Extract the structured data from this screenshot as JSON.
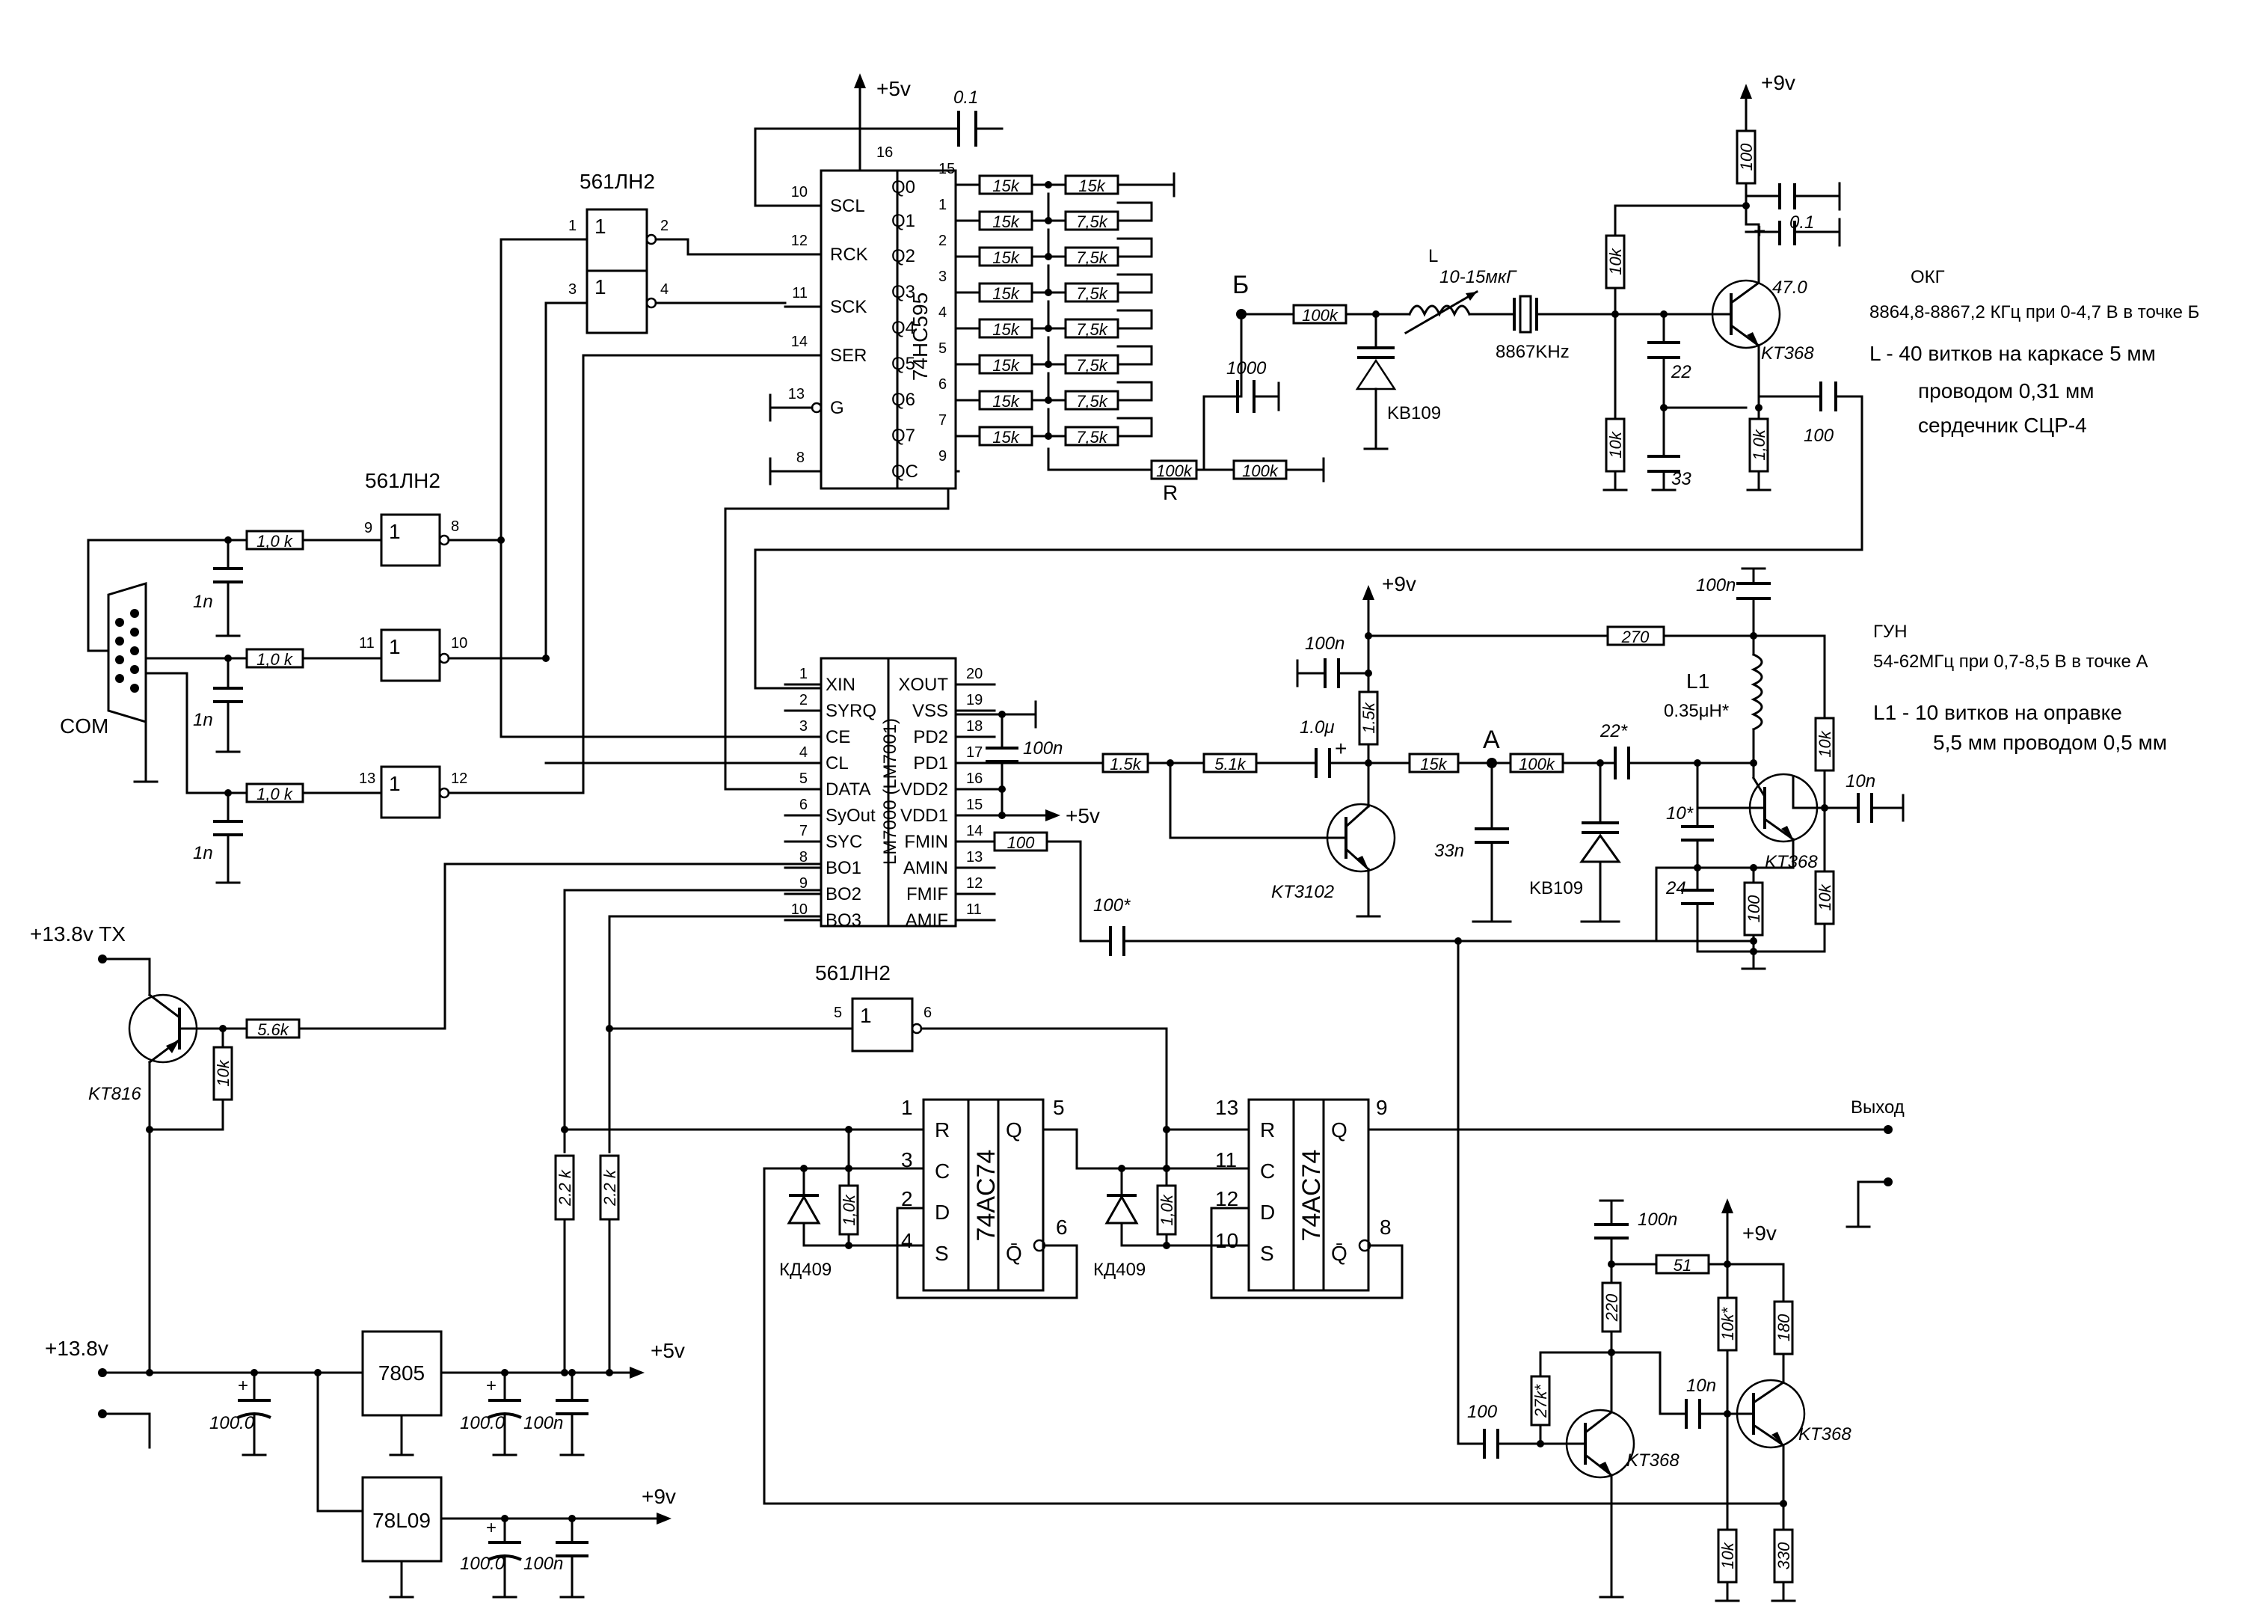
{
  "ic_74hc595": {
    "name": "74HC595",
    "left_pins": [
      {
        "num": "10",
        "label": "SCL"
      },
      {
        "num": "12",
        "label": "RCK"
      },
      {
        "num": "11",
        "label": "SCK"
      },
      {
        "num": "14",
        "label": "SER"
      },
      {
        "num": "13",
        "label": "G"
      },
      {
        "num": "8",
        "label": ""
      }
    ],
    "top_pin": "16",
    "right_pins": [
      {
        "num": "15",
        "label": "Q0"
      },
      {
        "num": "1",
        "label": "Q1"
      },
      {
        "num": "2",
        "label": "Q2"
      },
      {
        "num": "3",
        "label": "Q3"
      },
      {
        "num": "4",
        "label": "Q4"
      },
      {
        "num": "5",
        "label": "Q5"
      },
      {
        "num": "6",
        "label": "Q6"
      },
      {
        "num": "7",
        "label": "Q7"
      },
      {
        "num": "9",
        "label": "QC"
      }
    ]
  },
  "ic_lm7000": {
    "name": "LM7000 (LM7001)",
    "left_pins": [
      {
        "num": "1",
        "label": "XIN"
      },
      {
        "num": "2",
        "label": "SYRQ"
      },
      {
        "num": "3",
        "label": "CE"
      },
      {
        "num": "4",
        "label": "CL"
      },
      {
        "num": "5",
        "label": "DATA"
      },
      {
        "num": "6",
        "label": "SyOut"
      },
      {
        "num": "7",
        "label": "SYC"
      },
      {
        "num": "8",
        "label": "BO1"
      },
      {
        "num": "9",
        "label": "BO2"
      },
      {
        "num": "10",
        "label": "BO3"
      }
    ],
    "right_pins": [
      {
        "num": "20",
        "label": "XOUT"
      },
      {
        "num": "19",
        "label": "VSS"
      },
      {
        "num": "18",
        "label": "PD2"
      },
      {
        "num": "17",
        "label": "PD1"
      },
      {
        "num": "16",
        "label": "VDD2"
      },
      {
        "num": "15",
        "label": "VDD1"
      },
      {
        "num": "14",
        "label": "FMIN"
      },
      {
        "num": "13",
        "label": "AMIN"
      },
      {
        "num": "12",
        "label": "FMIF"
      },
      {
        "num": "11",
        "label": "AMIF"
      }
    ]
  },
  "ic_74ac74": {
    "name": "74AC74",
    "left_labels": [
      "R",
      "C",
      "D",
      "S"
    ],
    "right_labels": [
      "Q",
      "Q̄"
    ],
    "u1_pins": {
      "r": "1",
      "c": "3",
      "d": "2",
      "s": "4",
      "q": "5",
      "qn": "6"
    },
    "u2_pins": {
      "r": "13",
      "c": "11",
      "d": "12",
      "s": "10",
      "q": "9",
      "qn": "8"
    }
  },
  "gates": {
    "top_label": "561ЛН2",
    "mid_label": "561ЛН2",
    "low_label": "561ЛН2",
    "sym": "1",
    "g1_pins": [
      "1",
      "2"
    ],
    "g2_pins": [
      "3",
      "4"
    ],
    "g3_pins": [
      "9",
      "8"
    ],
    "g4_pins": [
      "11",
      "10"
    ],
    "g5_pins": [
      "13",
      "12"
    ],
    "g6_pins": [
      "5",
      "6"
    ]
  },
  "res_q": {
    "first": [
      "15k",
      "15k",
      "15k",
      "15k",
      "15k",
      "15k",
      "15k",
      "15k"
    ],
    "second": [
      "15k",
      "7,5k",
      "7,5k",
      "7,5k",
      "7,5k",
      "7,5k",
      "7,5k",
      "7,5k"
    ],
    "r_bot1": "100k",
    "r_bot2": "100k",
    "r_label": "R"
  },
  "com": {
    "label": "COM",
    "r1": "1,0 k",
    "r2": "1,0 k",
    "r3": "1,0 k",
    "c1": "1n",
    "c2": "1n",
    "c3": "1n"
  },
  "power": {
    "plus5_top": "+5v",
    "plus9_top": "+9v",
    "plus9_mid": "+9v",
    "plus5_mid": "+5v",
    "plus9_low": "+9v",
    "plus5_bottom": "+5v",
    "plus9_bottom": "+9v",
    "plus138": "+13.8v",
    "plus138tx": "+13.8v TX"
  },
  "caps": {
    "c_top": "0.1",
    "c_1000": "1000",
    "c_22": "22",
    "c_33": "33",
    "c_100_out": "100",
    "c_01": "0.1",
    "c_47": "47.0",
    "c_100n_pd": "100n",
    "c_100n_top": "100n",
    "c_100n_vco": "100n",
    "c_1u": "1.0μ",
    "c_33n": "33n",
    "c_22s": "22*",
    "c_10s": "10*",
    "c_24": "24",
    "c_10n": "10n",
    "c_100s": "100*",
    "c_100_a": "100.0",
    "c_100n_a": "100n",
    "c_100_b": "100.0",
    "c_100n_b": "100n",
    "c_100_c": "100.0",
    "c_100n_c": "100n",
    "c_100n_amp": "100n",
    "c_10n_amp": "10n",
    "c_100_amp": "100"
  },
  "res": {
    "r100k_b": "100k",
    "r100_top": "100",
    "r10k_okg1": "10k",
    "r10k_okg2": "10k",
    "r10k_okg3": "1,0k",
    "r270": "270",
    "r15k_mid": "1.5k",
    "r15k_pd": "1.5k",
    "r51k": "5.1k",
    "r15k_a": "15k",
    "r100k_a": "100k",
    "r10k_vco1": "10k",
    "r10k_vco2": "10k",
    "r100_vco": "100",
    "r100_fmin": "100",
    "r56k": "5.6k",
    "r10k_tx": "10k",
    "r22k_1": "2.2 k",
    "r22k_2": "2.2 k",
    "r10k_d1": "1,0k",
    "r10k_d2": "1,0k",
    "r51": "51",
    "r220": "220",
    "r10ks": "10k*",
    "r180": "180",
    "r27ks": "27k*",
    "r10k_amp": "10k",
    "r330": "330"
  },
  "parts": {
    "kv109_a": "KB109",
    "kv109_b": "KB109",
    "crystal": "8867KHz",
    "kt368_okg": "KT368",
    "kt368_vco": "KT368",
    "kt3102": "KT3102",
    "kt816": "KT816",
    "kt368_a1": "KT368",
    "kt368_a2": "KT368",
    "kd409_1": "КД409",
    "kd409_2": "КД409",
    "reg7805": "7805",
    "reg78l09": "78L09",
    "l_label": "L",
    "l_value": "10-15мкГ",
    "l1_label": "L1",
    "l1_value": "0.35μH*",
    "point_b": "Б",
    "point_a": "А",
    "output": "Выход"
  },
  "notes": {
    "okg_title": "ОКГ",
    "okg_range": "8864,8-8867,2 КГц при 0-4,7 В в точке Б",
    "l_line1": "L -  40 витков на каркасе 5 мм",
    "l_line2": "проводом 0,31 мм",
    "l_line3": "сердечник СЦР-4",
    "gun_title": "ГУН",
    "gun_range": "54-62МГц при 0,7-8,5 В  в точке А",
    "l1_line1": "L1 -  10 витков на оправке",
    "l1_line2": "5,5 мм проводом 0,5 мм"
  }
}
